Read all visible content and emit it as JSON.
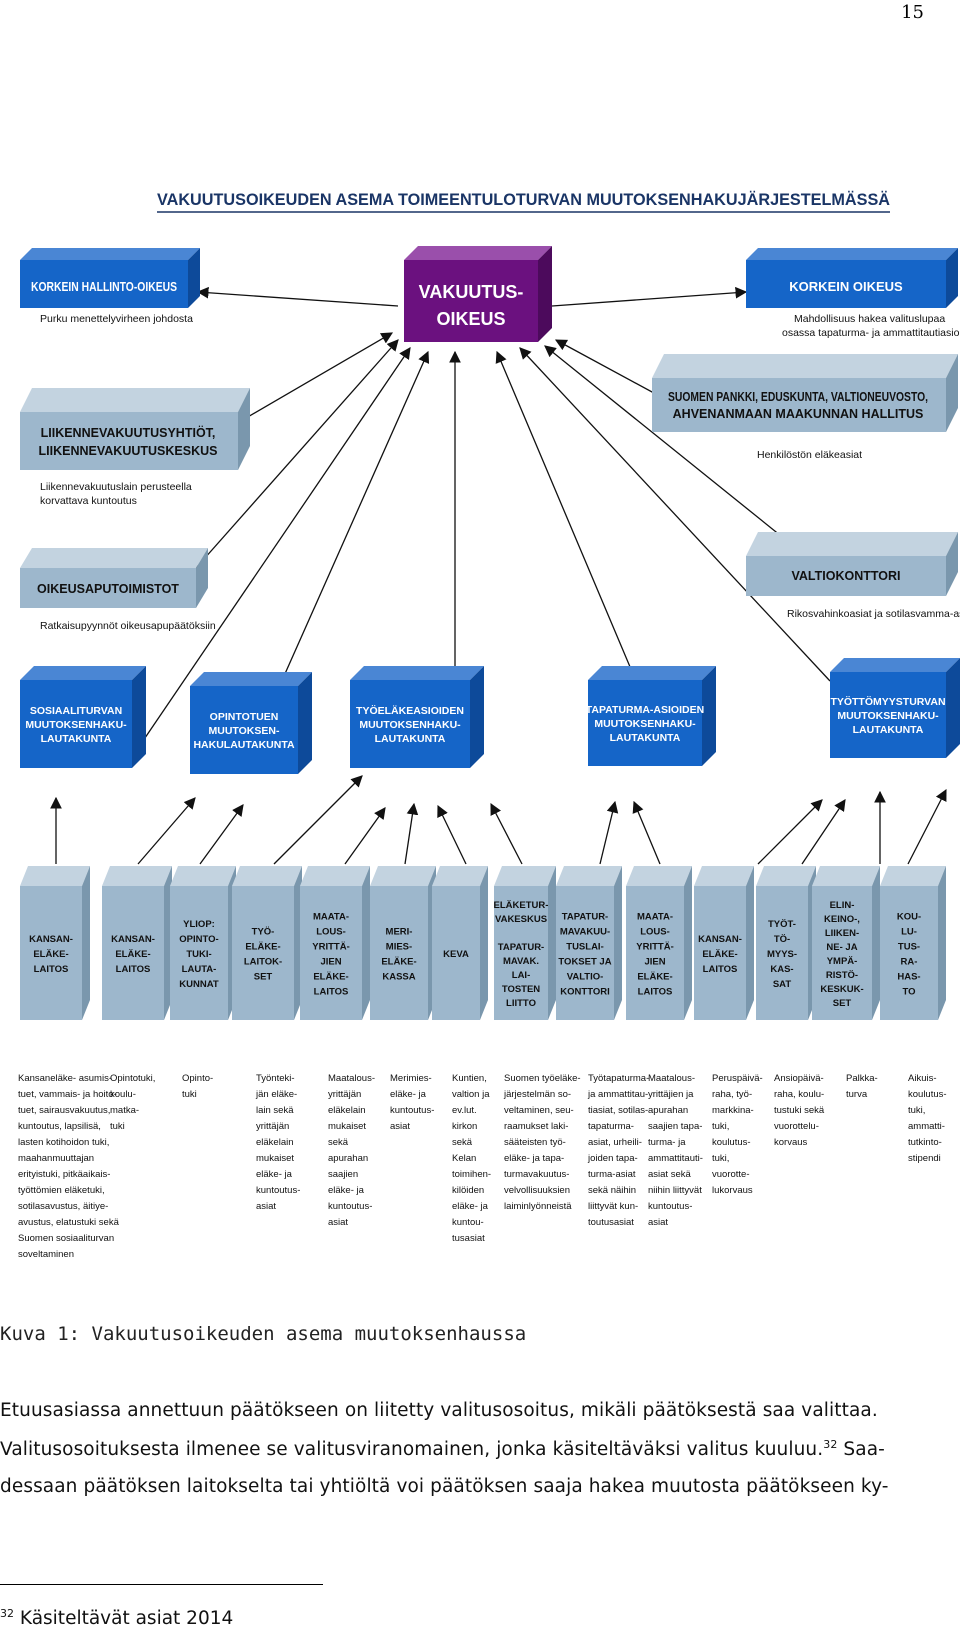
{
  "page_number": "15",
  "diagram": {
    "title": "VAKUUTUSOIKEUDEN ASEMA TOIMEENTULOTURVAN MUUTOKSENHAKUJÄRJESTELMÄSSÄ",
    "center": [
      "VAKUUTUS-",
      "OIKEUS"
    ],
    "khho": {
      "title": "KORKEIN HALLINTO-OIKEUS",
      "note": "Purku menettelyvirheen johdosta"
    },
    "kko": {
      "title": "KORKEIN OIKEUS",
      "note": [
        "Mahdollisuus hakea valituslupaa",
        "osassa tapaturma- ja ammattitautiasioita"
      ]
    },
    "lvk": {
      "title": [
        "LIIKENNEVAKUUTUSYHTIÖT,",
        "LIIKENNEVAKUUTUSKESKUS"
      ],
      "note": [
        "Liikennevakuutuslain perusteella",
        "korvattava kuntoutus"
      ]
    },
    "spk": {
      "title": [
        "SUOMEN PANKKI, EDUSKUNTA, VALTIONEUVOSTO,",
        "AHVENANMAAN MAAKUNNAN HALLITUS"
      ],
      "note": "Henkilöstön eläkeasiat"
    },
    "oat": {
      "title": "OIKEUSAPUTOIMISTOT",
      "note": "Ratkaisupyynnöt oikeusapupäätöksiin"
    },
    "vk": {
      "title": "VALTIOKONTTORI",
      "note": "Rikosvahinkoasiat ja sotilasvamma-asiat"
    },
    "boards": [
      [
        "SOSIAALITURVAN",
        "MUUTOKSENHAKU-",
        "LAUTAKUNTA"
      ],
      [
        "OPINTOTUEN",
        "MUUTOKSEN-",
        "HAKULAUTAKUNTA"
      ],
      [
        "TYÖELÄKEASIOIDEN",
        "MUUTOKSENHAKU-",
        "LAUTAKUNTA"
      ],
      [
        "TAPATURMA-ASIOIDEN",
        "MUUTOKSENHAKU-",
        "LAUTAKUNTA"
      ],
      [
        "TYÖTTÖMYYSTURVAN",
        "MUUTOKSENHAKU-",
        "LAUTAKUNTA"
      ]
    ],
    "institutions": [
      [
        "KANSAN-",
        "ELÄKE-",
        "LAITOS"
      ],
      [
        "KANSAN-",
        "ELÄKE-",
        "LAITOS"
      ],
      [
        "YLIOP:",
        "OPINTO-",
        "TUKI-",
        "LAUTA-",
        "KUNNAT"
      ],
      [
        "TYÖ-",
        "ELÄKE-",
        "LAITOK-",
        "SET"
      ],
      [
        "MAATA-",
        "LOUS-",
        "YRITTÄ-",
        "JIEN",
        "ELÄKE-",
        "LAITOS"
      ],
      [
        "MERI-",
        "MIES-",
        "ELÄKE-",
        "KASSA"
      ],
      [
        "KEVA"
      ],
      [
        "ELÄKETUR-",
        "VAKESKUS",
        "",
        "TAPATUR-",
        "MAVAK.",
        "LAI-",
        "TOSTEN",
        "LIITTO"
      ],
      [
        "TAPATUR-",
        "MAVAKUU-",
        "TUSLAI-",
        "TOKSET JA",
        "VALTIO-",
        "KONTTORI"
      ],
      [
        "MAATA-",
        "LOUS-",
        "YRITTÄ-",
        "JIEN",
        "ELÄKE-",
        "LAITOS"
      ],
      [
        "KANSAN-",
        "ELÄKE-",
        "LAITOS"
      ],
      [
        "TYÖT-",
        "TÖ-",
        "MYYS-",
        "KAS-",
        "SAT"
      ],
      [
        "ELIN-",
        "KEINO-,",
        "LIIKEN-",
        "NE- JA",
        "YMPÄ-",
        "RISTÖ-",
        "KESKUK-",
        "SET"
      ],
      [
        "KOU-",
        "LU-",
        "TUS-",
        "RA-",
        "HAS-",
        "TO"
      ]
    ],
    "descriptions": [
      [
        "Kansaneläke- asumis-",
        "tuet, vammais- ja hoito-",
        "tuet, sairausvakuutus,",
        "kuntoutus, lapsilisä,",
        "lasten kotihoidon tuki,",
        "maahanmuuttajan",
        "erityistuki, pitkäaikais-",
        "työttömien eläketuki,",
        "sotilasavustus, äitiye-",
        "avustus, elatustuki sekä",
        "Suomen sosiaaliturvan",
        "soveltaminen"
      ],
      [
        "Opintotuki,",
        "koulu-",
        "matka-",
        "tuki"
      ],
      [
        "Opinto-",
        "tuki"
      ],
      [
        "Työnteki-",
        "jän eläke-",
        "lain sekä",
        "yrittäjän",
        "eläkelain",
        "mukaiset",
        "eläke- ja",
        "kuntoutus-",
        "asiat"
      ],
      [
        "Maatalous-",
        "yrittäjän",
        "eläkelain",
        "mukaiset",
        "sekä",
        "apurahan",
        "saajien",
        "eläke- ja",
        "kuntoutus-",
        "asiat"
      ],
      [
        "Merimies-",
        "eläke- ja",
        "kuntoutus-",
        "asiat"
      ],
      [
        "Kuntien,",
        "valtion ja",
        "ev.lut.",
        "kirkon",
        "sekä",
        "Kelan",
        "toimihen-",
        "kilöiden",
        "eläke- ja",
        "kuntou-",
        "tusasiat"
      ],
      [
        "Suomen työeläke-",
        "järjestelmän so-",
        "veltaminen, seu-",
        "raamukset laki-",
        "sääteisten työ-",
        "eläke- ja tapa-",
        "turmavakuutus-",
        "velvollisuuksien",
        "laiminlyönneistä"
      ],
      [
        "Työtapaturma-",
        "ja ammattitau-",
        "tiasiat, sotilas-",
        "tapaturma-",
        "asiat, urheili-",
        "joiden tapa-",
        "turma-asiat",
        "sekä näihin",
        "liittyvät kun-",
        "toutusasiat"
      ],
      [
        "Maatalous-",
        "yrittäjien ja",
        "apurahan",
        "saajien tapa-",
        "turma- ja",
        "ammattitauti-",
        "asiat sekä",
        "niihin liittyvät",
        "kuntoutus-",
        "asiat"
      ],
      [
        "Peruspäivä-",
        "raha, työ-",
        "markkina-",
        "tuki,",
        "koulutus-",
        "tuki,",
        "vuorotte-",
        "lukorvaus"
      ],
      [
        "Ansiopäivä-",
        "raha, koulu-",
        "tustuki sekä",
        "vuorottelu-",
        "korvaus"
      ],
      [
        "Palkka-",
        "turva"
      ],
      [
        "Aikuis-",
        "koulutus-",
        "tuki,",
        "ammatti-",
        "tutkinto-",
        "stipendi"
      ]
    ]
  },
  "caption": "Kuva 1: Vakuutusoikeuden asema muutoksenhaussa",
  "paragraph": {
    "line1": "Etuusasiassa annettuun päätökseen on liitetty valitusosoitus, mikäli päätöksestä saa valittaa.",
    "line2": "Valitusosoituksesta ilmenee se valitusviranomainen, jonka käsiteltäväksi valitus kuuluu.",
    "footnote_ref": "32",
    "line2_tail": " Saa-",
    "line3": "dessaan päätöksen laitokselta tai yhtiöltä voi päätöksen saaja hakea muutosta päätökseen ky-"
  },
  "footnote": {
    "number": "32",
    "text": "Käsiteltävät asiat 2014"
  },
  "colors": {
    "blue": "#1565c8",
    "purple": "#6b117f",
    "grey": "#9db7cc",
    "grey_top": "#c3d3e0",
    "grey_side": "#7a97ad",
    "title_text": "#1a3566"
  }
}
